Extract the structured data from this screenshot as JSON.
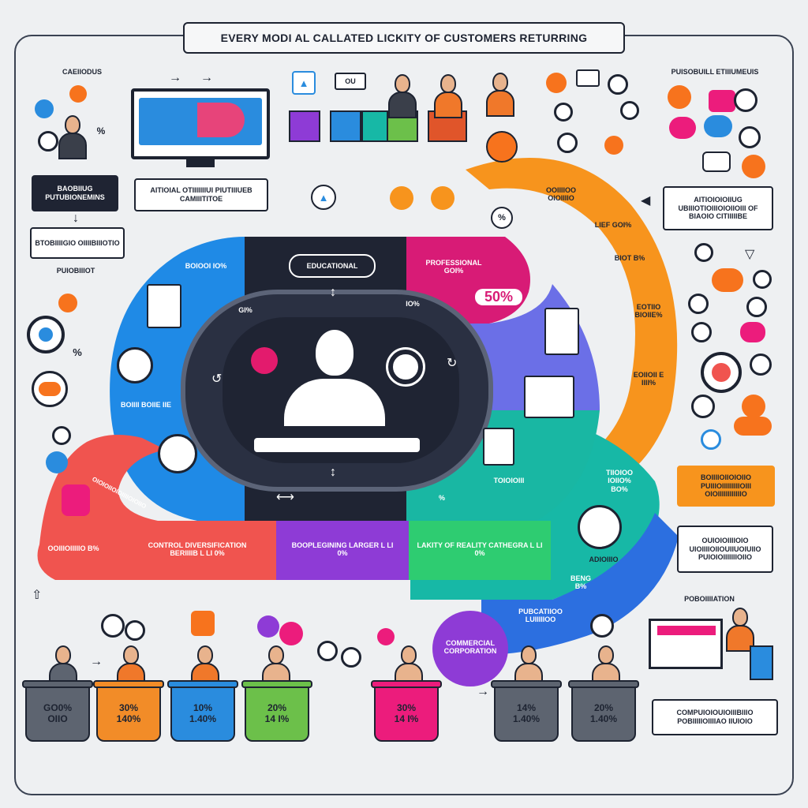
{
  "title": "EVERY MODI AL CALLATED LICKITY OF CUSTOMERS RETURRING",
  "left_panel": {
    "heading": "CAEIIODUS",
    "box1": "BAOBIIUG PUTUBIONEMINS",
    "box2": "BTOBIIIIGIO OIIIIBIIIOTIO",
    "label": "PUIOBIIIOT",
    "pct": "%"
  },
  "monitor": {
    "caption": "AITIOIAL OTIIIIIIIUI PIUTIIIUEB CAMIIITITOE"
  },
  "top_bar_label": "OU",
  "right_panel": {
    "heading": "PUISOBUILL ETIIIUMEUIS",
    "box1": "AITIOIOIOIIUG UBIIIOTIOIIIOIOIIOIII OF BIAOIO CITIIIIIBE",
    "box2": "BOIIIIOIIOIOIIO PUIIIOIIIIIIIIIOIII OIOIIIIIIIIIIIIO",
    "box3": "OUIOIOIIIIOIO UIOIIIIOIIOUIIUOIUIIO PUIOIOIIIIIIIOIIO",
    "label_bottom": "POBOIIIIATION",
    "box4": "COMPUIOIOUIOIIIBIIIO POBIIIIIOIIIIAO IIUIOIO"
  },
  "ring": {
    "center_label": "EDUCATIONAL",
    "blue_text": "BOIOOI IO%",
    "blue_text2": "BOIIII BOIIE IIE",
    "magenta_text": "PROFESSIONAL GOI%",
    "magenta_pct": "50%",
    "teal_text": "TOIOIOIII",
    "tl_pct": "GI%",
    "tr_pct": "IO%",
    "mid_pct": "%"
  },
  "orange_arc": {
    "t1": "OOIIIIOO OIOIIIIO",
    "t2": "LIEF GOI%",
    "t3": "BIOT B%",
    "t4": "EOTIIO BIOIIE%",
    "t5": "EOIIOII E IIII%"
  },
  "teal_arc": {
    "t1": "TIIOIOO IOIIO% BO%",
    "t2": "ADIOIIIO",
    "t3": "BENG B%"
  },
  "blue_arc": {
    "t1": "PUBCATIIOO LUIIIIIOO"
  },
  "purple_badge": "COMMERCIAL CORPORATION",
  "bottom_band": {
    "red_left": "OOIIIOIIIIIO B%",
    "red_mid": "CONTROL DIVERSIFICATION BERIIIIB L LI 0%",
    "red_tail": "OIOIOIIOIOIIIIOIOIIO",
    "purple": "BOOPLEGINING LARGER L LI 0%",
    "green": "LAKITY OF REALITY CATHEGRA L LI 0%"
  },
  "tubs": [
    {
      "value": "GO0%",
      "sub": "OIIO",
      "color": "#5d6470"
    },
    {
      "value": "30%",
      "sub": "140%",
      "color": "#f28c28"
    },
    {
      "value": "10%",
      "sub": "1.40%",
      "color": "#2a8cde"
    },
    {
      "value": "20%",
      "sub": "14 I%",
      "color": "#6cc04a"
    },
    {
      "value": "30%",
      "sub": "14 I%",
      "color": "#ec1c7c"
    },
    {
      "value": "14%",
      "sub": "1.40%",
      "color": "#5d6470"
    },
    {
      "value": "20%",
      "sub": "1.40%",
      "color": "#5d6470"
    }
  ],
  "colors": {
    "blue": "#1f8ae6",
    "dark": "#1f2433",
    "magenta": "#d81b76",
    "violet": "#6b5ce7",
    "teal": "#17b8a6",
    "orange": "#f7941d",
    "red": "#f0544f",
    "purple": "#8e3bd6",
    "green": "#2ecc71",
    "lightblue": "#3a7bf0"
  }
}
